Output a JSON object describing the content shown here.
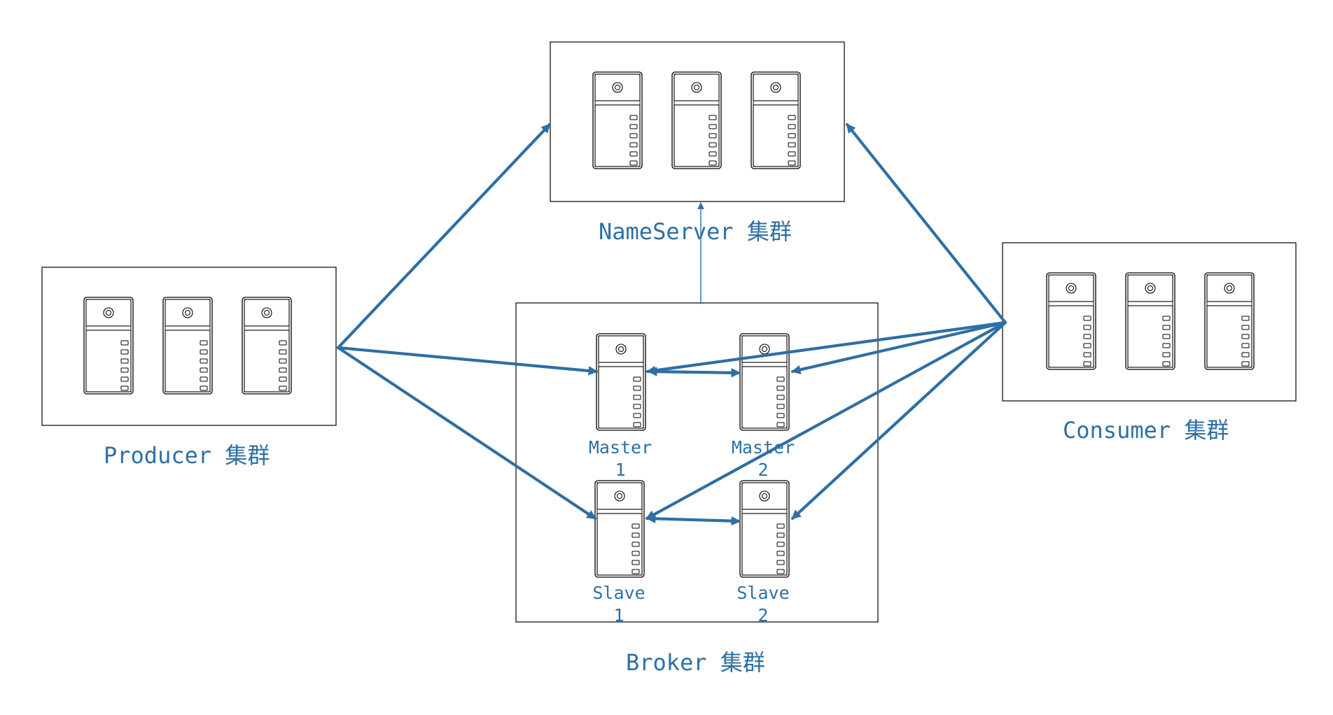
{
  "colors": {
    "accent": "#2E6FA4",
    "outline": "#000000",
    "background": "#ffffff"
  },
  "icon": "server-tower-icon",
  "clusters": {
    "nameserver": {
      "title": "NameServer 集群"
    },
    "producer": {
      "title": "Producer 集群"
    },
    "broker": {
      "title": "Broker 集群"
    },
    "consumer": {
      "title": "Consumer 集群"
    }
  },
  "broker_nodes": {
    "master1": {
      "line1": "Master",
      "line2": "1"
    },
    "master2": {
      "line1": "Master",
      "line2": "2"
    },
    "slave1": {
      "line1": "Slave",
      "line2": "1"
    },
    "slave2": {
      "line1": "Slave",
      "line2": "2"
    }
  },
  "connections": [
    {
      "from": "Producer",
      "to": "NameServer",
      "bidirectional": false
    },
    {
      "from": "Producer",
      "to": "Master 1",
      "bidirectional": false
    },
    {
      "from": "Producer",
      "to": "Slave 1",
      "bidirectional": false
    },
    {
      "from": "Consumer",
      "to": "NameServer",
      "bidirectional": false
    },
    {
      "from": "Consumer",
      "to": "Master 1",
      "bidirectional": false
    },
    {
      "from": "Consumer",
      "to": "Master 2",
      "bidirectional": false
    },
    {
      "from": "Consumer",
      "to": "Slave 1",
      "bidirectional": false
    },
    {
      "from": "Consumer",
      "to": "Slave 2",
      "bidirectional": false
    },
    {
      "from": "Master 1",
      "to": "Master 2",
      "bidirectional": true
    },
    {
      "from": "Slave 1",
      "to": "Slave 2",
      "bidirectional": true
    },
    {
      "from": "Broker",
      "to": "NameServer",
      "bidirectional": false
    }
  ]
}
